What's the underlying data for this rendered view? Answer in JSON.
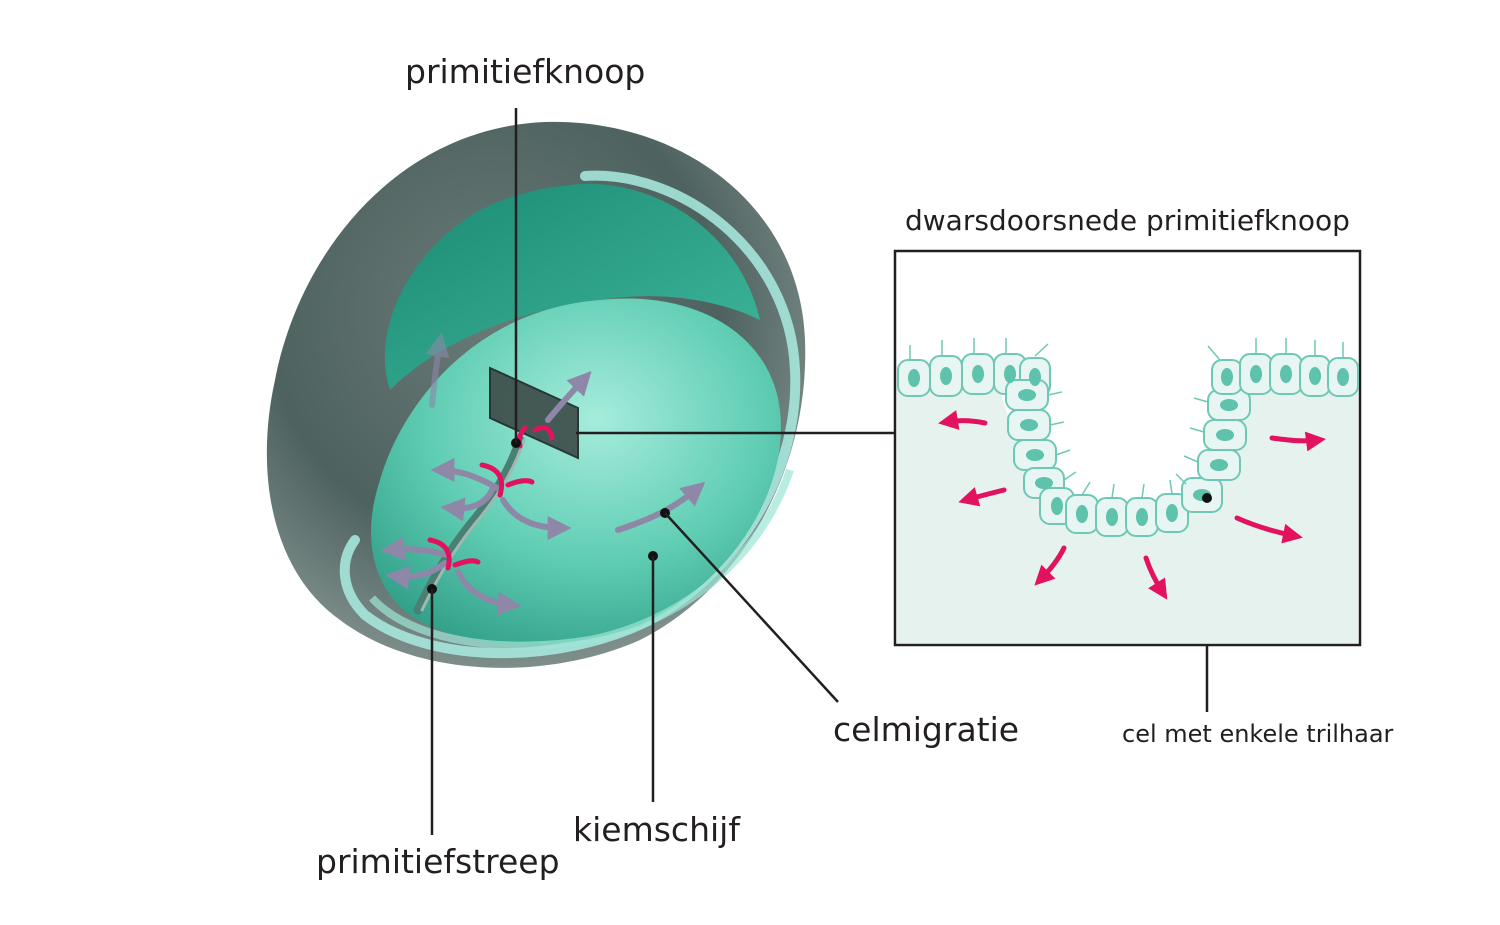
{
  "labels": {
    "primitiefknoop": "primitiefknoop",
    "cross_section_title": "dwarsdoorsnede primitiefknoop",
    "primitiefstreep": "primitiefstreep",
    "kiemschijf": "kiemschijf",
    "celmigratie": "celmigratie",
    "cel_trilhaar": "cel met enkele trilhaar"
  },
  "colors": {
    "outer_shell": "#3d5552",
    "disc_fill": "#6fd6bf",
    "disc_rim": "#a9ece0",
    "arrow_pink": "#e2125f",
    "arrow_purple": "#8e87a8",
    "cell_fill": "#e7f6f2",
    "cell_stroke": "#6fc8b6",
    "nucleus": "#5ec2ad",
    "inset_bg": "#e6f2ee",
    "line": "#231f20"
  },
  "icons": {
    "migration_arrow": "curved-arrow-icon",
    "cilium": "cilium-icon"
  }
}
